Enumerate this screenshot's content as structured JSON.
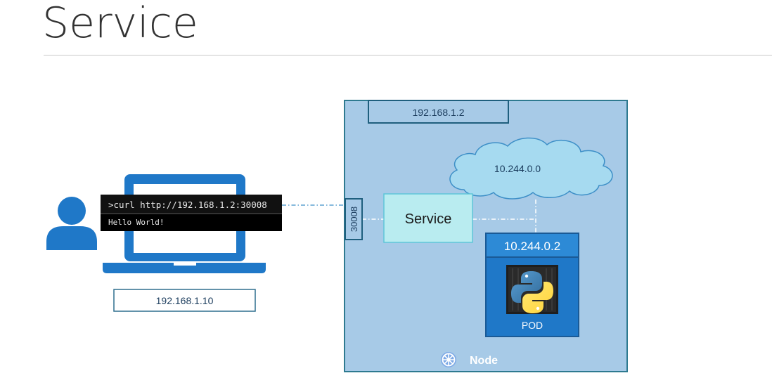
{
  "title": "Service",
  "client": {
    "ip": "192.168.1.10",
    "terminal": {
      "command": ">curl http://192.168.1.2:30008",
      "output": "Hello World!"
    }
  },
  "node": {
    "label": "Node",
    "ip": "192.168.1.2",
    "port": "30008",
    "service_label": "Service",
    "network": "10.244.0.0",
    "pod": {
      "ip": "10.244.0.2",
      "label": "POD"
    }
  },
  "colors": {
    "node_fill": "#a7cae7",
    "node_border": "#2e7a90",
    "accent_blue": "#1f78c8",
    "service_fill": "#b9ecf0",
    "cloud_fill": "#a6daf0",
    "terminal_bg": "#111111",
    "text_dark": "#1a3b5c"
  }
}
